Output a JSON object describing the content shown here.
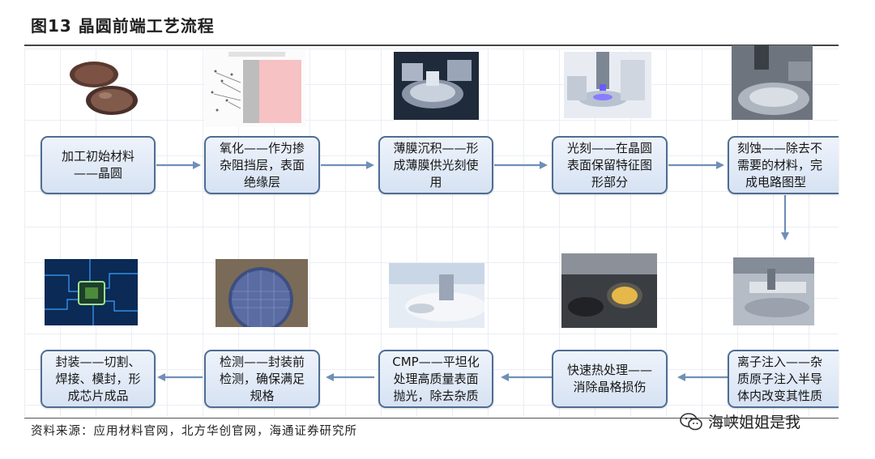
{
  "title": "图13 晶圆前端工艺流程",
  "steps_row1": [
    {
      "line1": "加工初始材料",
      "line2": "——晶圆",
      "line3": ""
    },
    {
      "line1": "氧化——作为掺",
      "line2": "杂阻挡层，表面",
      "line3": "绝缘层"
    },
    {
      "line1": "薄膜沉积——形",
      "line2": "成薄膜供光刻使",
      "line3": "用"
    },
    {
      "line1": "光刻——在晶圆",
      "line2": "表面保留特征图",
      "line3": "形部分"
    },
    {
      "line1": "刻蚀——除去不",
      "line2": "需要的材料，完",
      "line3": "成电路图型"
    }
  ],
  "steps_row2": [
    {
      "line1": "封装——切割、",
      "line2": "焊接、模封，形",
      "line3": "成芯片成品"
    },
    {
      "line1": "检测——封装前",
      "line2": "检测，确保满足",
      "line3": "规格"
    },
    {
      "line1": "CMP——平坦化",
      "line2": "处理高质量表面",
      "line3": "抛光，除去杂质"
    },
    {
      "line1": "快速热处理——",
      "line2": "消除晶格损伤",
      "line3": ""
    },
    {
      "line1": "离子注入——杂",
      "line2": "质原子注入半导",
      "line3": "体内改变其性质"
    }
  ],
  "source": "资料来源：应用材料官网，北方华创官网，海通证券研究所",
  "watermark": "海峡姐姐是我",
  "colors": {
    "box_border": "#4f6d94",
    "box_fill": "#dde7f5",
    "arrow": "#6f8fb8"
  }
}
